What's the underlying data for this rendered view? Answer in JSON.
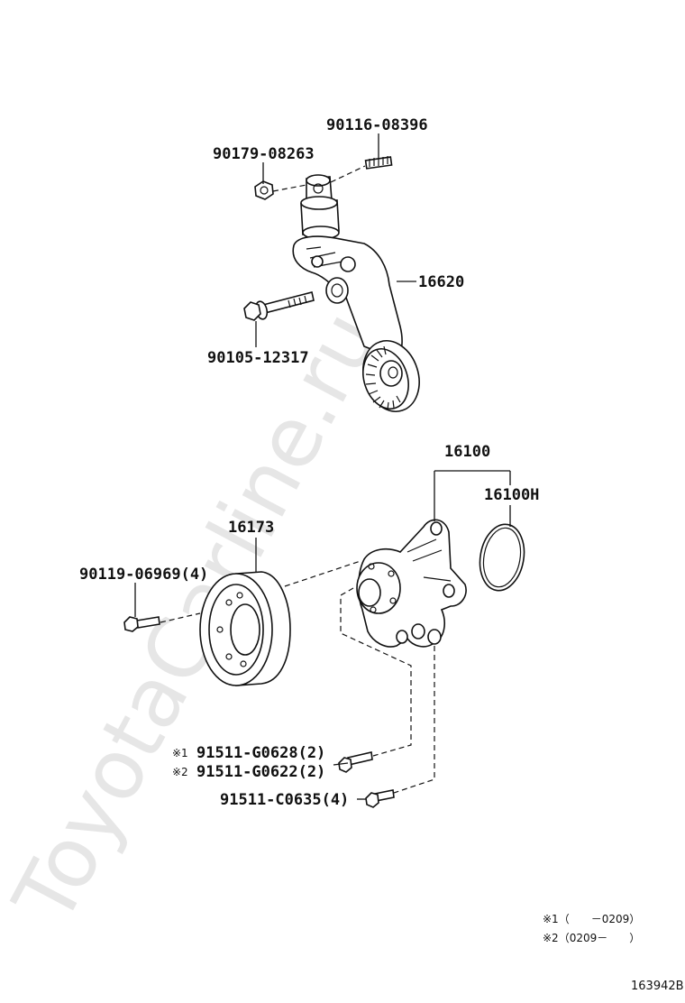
{
  "watermark": "ToyotaCarline.ru",
  "labels": {
    "p90116": "90116-08396",
    "p90179": "90179-08263",
    "p16620": "16620",
    "p90105": "90105-12317",
    "p16100": "16100",
    "p16100h": "16100H",
    "p16173": "16173",
    "p90119": "90119-06969(4)",
    "m1": "※1",
    "p91511g0628": "91511-G0628(2)",
    "m2": "※2",
    "p91511g0622": "91511-G0622(2)",
    "p91511c0635": "91511-C0635(4)"
  },
  "notes": {
    "n1": "※1（　　－0209）",
    "n2": "※2（0209－　　）"
  },
  "reference": "163942B"
}
